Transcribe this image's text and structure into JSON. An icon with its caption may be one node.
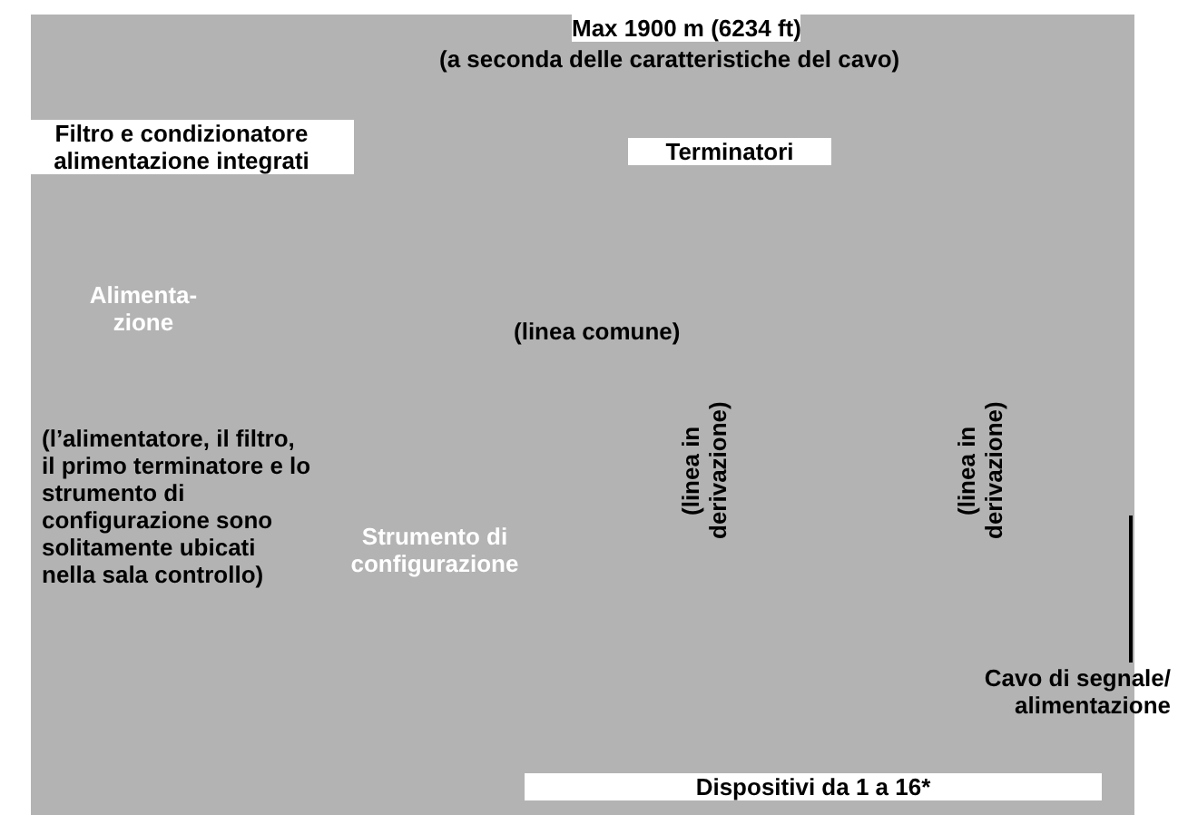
{
  "diagram": {
    "labels": [
      "Max 1900 m (6234 ft)",
      "(a seconda delle caratteristiche del cavo)",
      "Filtro e condizionatore alimentazione integrati",
      "Terminatori",
      "Alimenta-zione",
      "(linea comune)",
      "(linea in derivazione)",
      "(linea in derivazione)",
      "(l’alimentatore, il filtro, il primo terminatore e lo strumento di configurazione sono solitamente ubicati nella sala controllo)",
      "Strumento di configurazione",
      "Cavo di segnale/ alimentazione",
      "Dispositivi da 1 a 16*"
    ]
  }
}
